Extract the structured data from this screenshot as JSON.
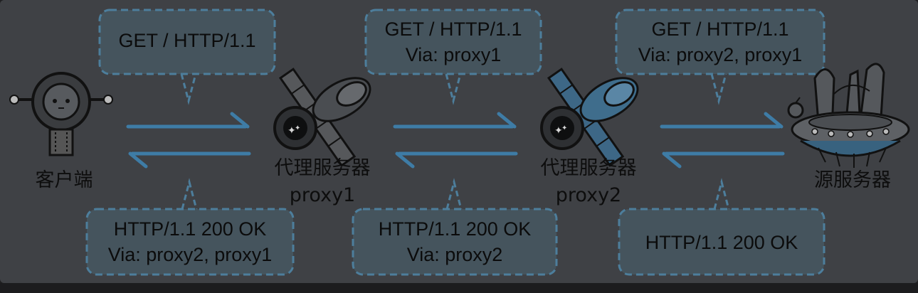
{
  "nodes": {
    "client": {
      "label": "客户端"
    },
    "proxy1": {
      "label": "代理服务器",
      "sublabel": "proxy1"
    },
    "proxy2": {
      "label": "代理服务器",
      "sublabel": "proxy2"
    },
    "origin": {
      "label": "源服务器"
    }
  },
  "requests": [
    {
      "line1": "GET / HTTP/1.1",
      "line2": ""
    },
    {
      "line1": "GET / HTTP/1.1",
      "line2": "Via: proxy1"
    },
    {
      "line1": "GET / HTTP/1.1",
      "line2": "Via: proxy2, proxy1"
    }
  ],
  "responses": [
    {
      "line1": "HTTP/1.1 200 OK",
      "line2": "Via: proxy2, proxy1"
    },
    {
      "line1": "HTTP/1.1 200 OK",
      "line2": "Via: proxy2"
    },
    {
      "line1": "HTTP/1.1 200 OK",
      "line2": ""
    }
  ],
  "colors": {
    "background": "#3f4145",
    "bubble_fill": "#45545d",
    "bubble_border": "#4d7e9c",
    "arrow": "#3e7ca6",
    "text": "#0b0b0b"
  },
  "icons": [
    "robot-client-icon",
    "satellite-proxy1-icon",
    "satellite-proxy2-icon",
    "ufo-origin-server-icon"
  ]
}
